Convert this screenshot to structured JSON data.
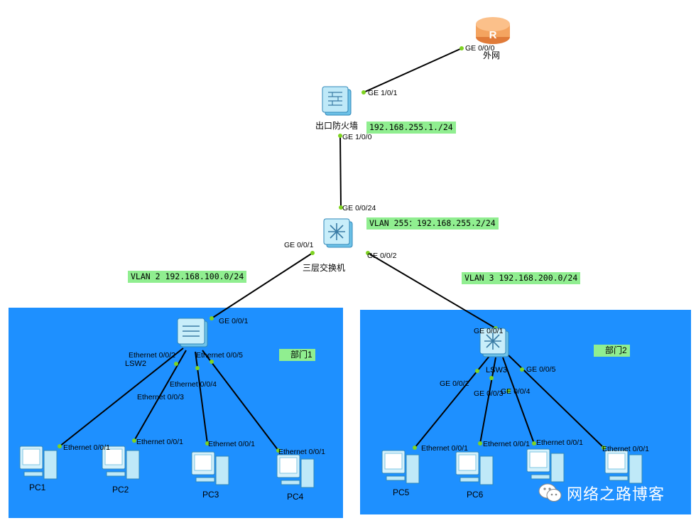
{
  "devices": {
    "router": "外网",
    "firewall": "出口防火墙",
    "core_switch": "三层交换机",
    "lsw2": "LSW2",
    "lsw3": "LSW3",
    "pc1": "PC1",
    "pc2": "PC2",
    "pc3": "PC3",
    "pc4": "PC4",
    "pc5": "PC5",
    "pc6": "PC6"
  },
  "ports": {
    "router_ge000": "GE 0/0/0",
    "fw_ge101": "GE 1/0/1",
    "fw_ge100": "GE 1/0/0",
    "core_ge0024": "GE 0/0/24",
    "core_ge001": "GE 0/0/1",
    "core_ge002": "GE 0/0/2",
    "lsw2_ge001": "GE 0/0/1",
    "lsw2_eth002": "Ethernet 0/0/2",
    "lsw2_eth003": "Ethernet 0/0/3",
    "lsw2_eth004": "Ethernet 0/0/4",
    "lsw2_eth005": "Ethernet 0/0/5",
    "pc1_eth": "Ethernet 0/0/1",
    "pc2_eth": "Ethernet 0/0/1",
    "pc3_eth": "Ethernet 0/0/1",
    "pc4_eth": "Ethernet 0/0/1",
    "lsw3_ge001": "GE 0/0/1",
    "lsw3_ge002": "GE 0/0/2",
    "lsw3_ge003": "GE 0/0/3",
    "lsw3_ge004": "GE 0/0/4",
    "lsw3_ge005": "GE 0/0/5",
    "pc5_eth": "Ethernet 0/0/1",
    "pc6_eth": "Ethernet 0/0/1",
    "pc7_eth": "Ethernet 0/0/1",
    "pc8_eth": "Ethernet 0/0/1"
  },
  "tags": {
    "fw_ip": "192.168.255.1./24",
    "vlan255": "VLAN 255：192.168.255.2/24",
    "vlan2": "VLAN 2 192.168.100.0/24",
    "vlan3": "VLAN 3 192.168.200.0/24"
  },
  "departments": {
    "dept1": "部门1",
    "dept2": "部门2"
  },
  "watermark": {
    "text": "网络之路博客",
    "icon": "wechat-icon"
  },
  "colors": {
    "zone_blue": "#1e90ff",
    "tag_green": "#90ee90",
    "port_dot": "#7ed321",
    "router_orange": "#f4a460"
  }
}
